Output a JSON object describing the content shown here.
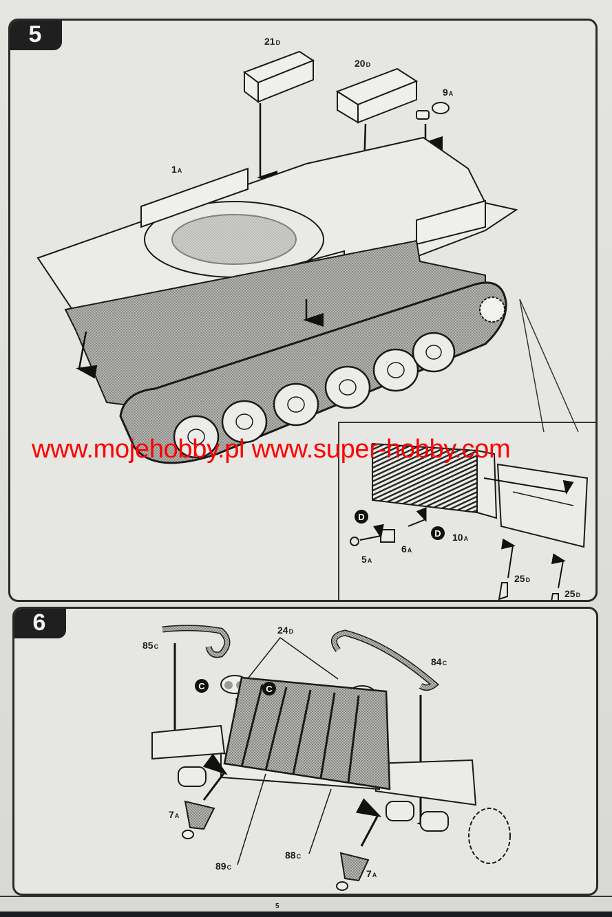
{
  "document": {
    "type": "model kit assembly instructions",
    "page_number": "5"
  },
  "watermark": {
    "text": "www.mojehobby.pl www.super-hobby.com",
    "color": "#ff0000"
  },
  "steps": [
    {
      "number": "5",
      "parts": [
        {
          "num": "21",
          "sprue": "D"
        },
        {
          "num": "20",
          "sprue": "D"
        },
        {
          "num": "9",
          "sprue": "A"
        },
        {
          "num": "1",
          "sprue": "A"
        }
      ],
      "inset": {
        "parts": [
          {
            "num": "5",
            "sprue": "A"
          },
          {
            "num": "6",
            "sprue": "A"
          },
          {
            "num": "10",
            "sprue": "A"
          },
          {
            "num": "25",
            "sprue": "D"
          },
          {
            "num": "25",
            "sprue": "D"
          }
        ],
        "markers": [
          "D",
          "D"
        ]
      }
    },
    {
      "number": "6",
      "parts": [
        {
          "num": "85",
          "sprue": "C"
        },
        {
          "num": "24",
          "sprue": "D"
        },
        {
          "num": "84",
          "sprue": "C"
        },
        {
          "num": "7",
          "sprue": "A"
        },
        {
          "num": "89",
          "sprue": "C"
        },
        {
          "num": "88",
          "sprue": "C"
        },
        {
          "num": "7",
          "sprue": "A"
        }
      ],
      "markers": [
        "C",
        "C"
      ]
    }
  ],
  "colors": {
    "paper": "#e4e4e0",
    "ink": "#1f1f1f",
    "hatch": "#8a8a86"
  }
}
